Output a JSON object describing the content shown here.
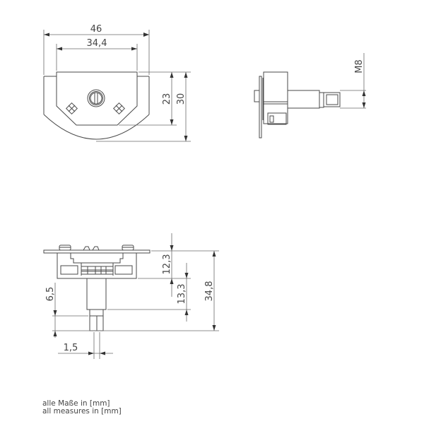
{
  "drawing": {
    "title": "Technical dimension drawing",
    "views": {
      "front_view": {
        "dimensions": {
          "overall_width": "46",
          "plate_width": "34,4",
          "plate_height": "23",
          "overall_height": "30"
        }
      },
      "side_view": {
        "dimensions": {
          "thread": "M8"
        }
      },
      "bottom_view": {
        "dimensions": {
          "body_height": "12,3",
          "shaft_length": "13,3",
          "total_length": "34,8",
          "tip_length": "6,5",
          "slot_width": "1,5"
        }
      }
    },
    "notes": {
      "line_de": "alle Maße in [mm]",
      "line_en": "all measures in [mm]"
    },
    "colors": {
      "line": "#4a4a4a",
      "dimension": "#6a6a6a",
      "text": "#444444"
    }
  }
}
